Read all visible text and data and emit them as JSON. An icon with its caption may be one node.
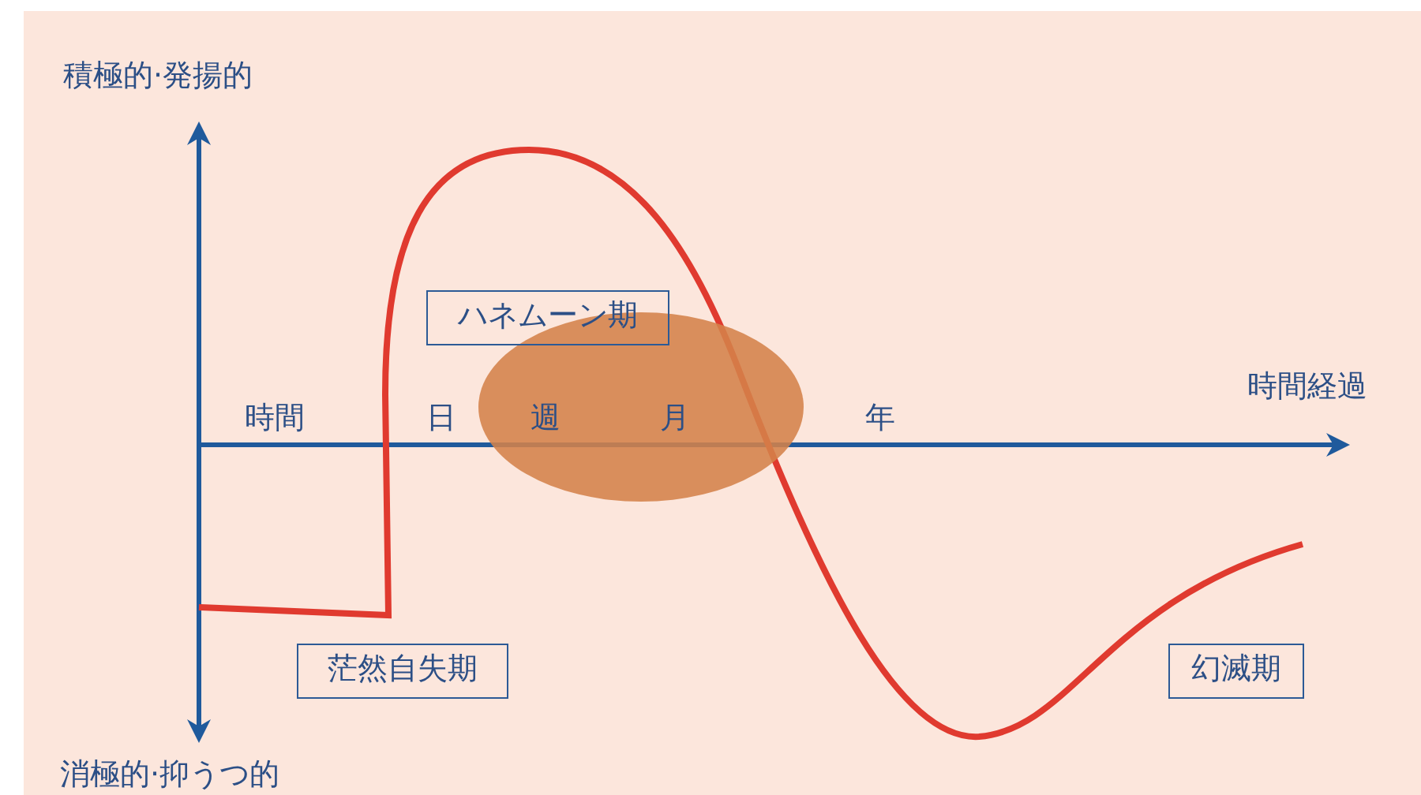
{
  "diagram": {
    "nodes": [
      {
        "text": [
          "ハネムーン期"
        ]
      },
      {
        "text": [
          "茫然自失期"
        ]
      },
      {
        "text": [
          "幻滅期"
        ]
      }
    ],
    "labels": [
      "積極的·発揚的",
      "時間経過",
      "時間",
      "日",
      "週",
      "月",
      "年",
      "消極的·抑うつ的"
    ]
  }
}
